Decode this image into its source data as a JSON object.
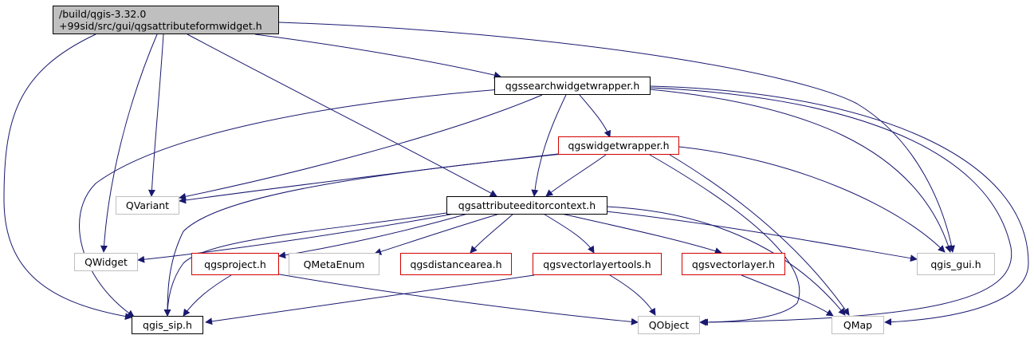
{
  "graph": {
    "root": {
      "line1": "/build/qgis-3.32.0",
      "line2": "+99sid/src/gui/qgsattributeformwidget.h"
    },
    "nodes": {
      "search": "qgssearchwidgetwrapper.h",
      "widget": "qgswidgetwrapper.h",
      "qvariant": "QVariant",
      "context": "qgsattributeeditorcontext.h",
      "qwidget": "QWidget",
      "project": "qgsproject.h",
      "metaenum": "QMetaEnum",
      "distance": "qgsdistancearea.h",
      "vltools": "qgsvectorlayertools.h",
      "vlayer": "qgsvectorlayer.h",
      "gui": "qgis_gui.h",
      "sip": "qgis_sip.h",
      "qobject": "QObject",
      "qmap": "QMap"
    },
    "colors": {
      "edge": "#191970",
      "link_border": "#000000",
      "incomplete_border": "#d40000",
      "external_border": "#bfbfbf",
      "root_fill": "#bfbfbf"
    }
  }
}
